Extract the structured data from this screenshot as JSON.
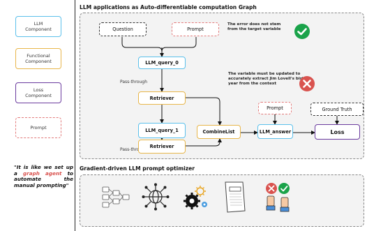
{
  "legend": {
    "llm": "LLM\nComponent",
    "functional": "Functional\nComponent",
    "loss": "Loss\nComponent",
    "prompt": "Prompt"
  },
  "quote": {
    "pre": "\"It is like we set up a ",
    "highlight": "graph agent",
    "post": " to automate the manual prompting\""
  },
  "graph": {
    "title": "LLM applications as Auto-differentiable computation Graph",
    "question": "Question",
    "prompt_top": "Prompt",
    "llm_query_0": "LLM_query_0",
    "pass_through_1": "Pass-through",
    "retriever_1": "Retriever",
    "llm_query_1": "LLM_query_1",
    "pass_through_2": "Pass-through",
    "retriever_2": "Retriever",
    "combine_list": "CombineList",
    "prompt_right": "Prompt",
    "llm_answer": "LLM_answer",
    "ground_truth": "Ground Truth",
    "loss": "Loss",
    "note_ok": "The error does not stem\nfrom the target variable",
    "note_bad": "The variable must be updated to\naccurately extract Jim Lovell's birth\nyear from the context"
  },
  "optimizer": {
    "title": "Gradient-driven LLM prompt optimizer"
  },
  "colors": {
    "llm": "#5bc0eb",
    "functional": "#e8b64a",
    "loss": "#6a3a9e",
    "prompt": "#e27a7a",
    "check": "#1aa34a",
    "cross": "#d9534f"
  }
}
